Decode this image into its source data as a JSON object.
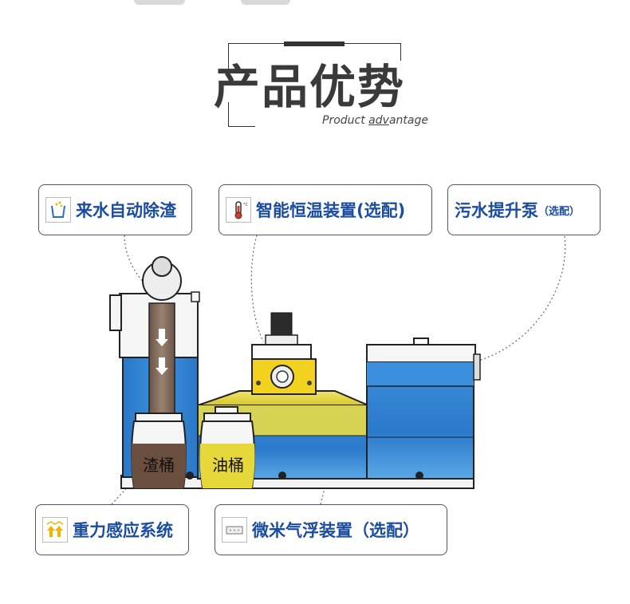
{
  "header": {
    "title": "产品优势",
    "subtitle_prefix": "Product ",
    "subtitle_underlined": "adv",
    "subtitle_suffix": "antage"
  },
  "features": {
    "auto_slag": {
      "label": "来水自动除渣",
      "icon": "water-filter-icon"
    },
    "thermostat": {
      "label": "智能恒温装置(选配)",
      "icon": "thermometer-icon"
    },
    "lift_pump": {
      "label": "污水提升泵",
      "label_small": "（选配）",
      "icon": ""
    },
    "gravity_sensing": {
      "label": "重力感应系统",
      "icon": "gravity-arrows-icon"
    },
    "micro_flotation": {
      "label": "微米气浮装置（选配）",
      "icon": "air-plate-icon"
    }
  },
  "machine": {
    "slag_bucket_label": "渣桶",
    "oil_bucket_label": "油桶"
  },
  "colors": {
    "callout_text": "#1a4ca0",
    "tank_blue": "#2f7fd0",
    "tank_blue_light": "#6fb2ec",
    "oil_yellow": "#e6d83a",
    "slag_brown": "#6a4e3e"
  }
}
